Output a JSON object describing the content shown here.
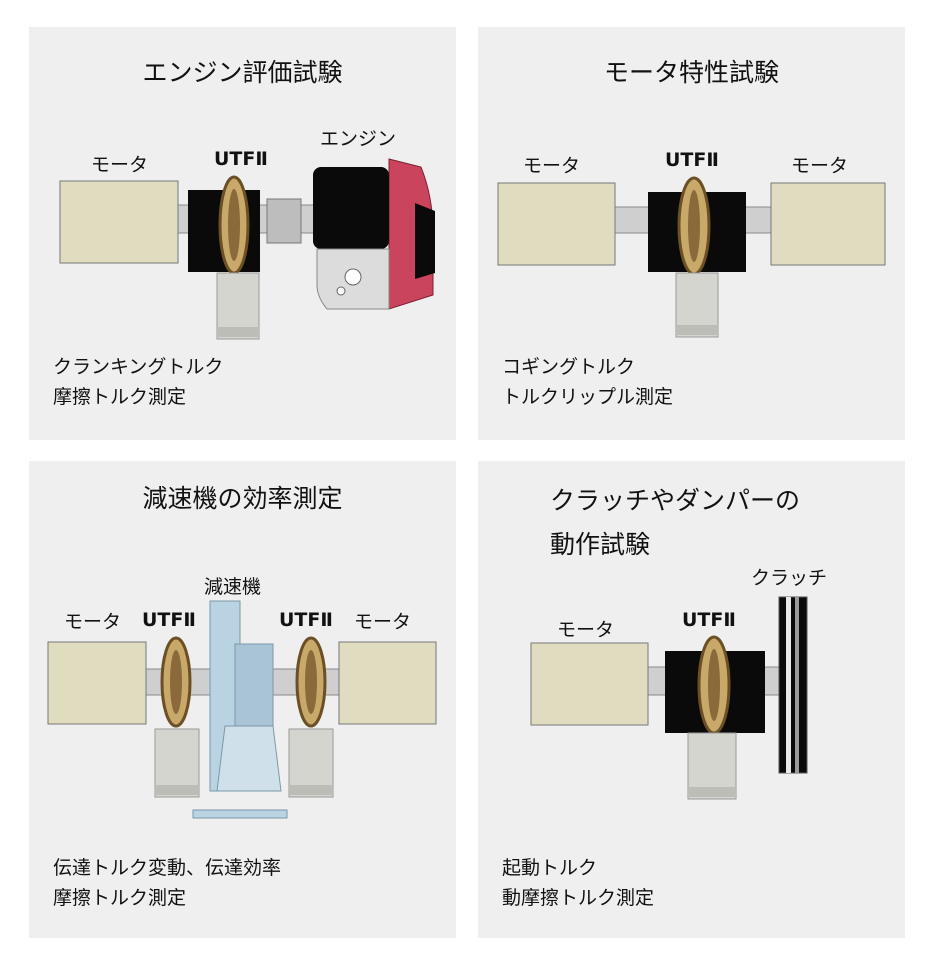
{
  "panels": [
    {
      "title": "エンジン評価試験",
      "labels": {
        "motor": "モータ",
        "utf": "UTFⅡ",
        "engine": "エンジン"
      },
      "description": "クランキングトルク\n摩擦トルク測定"
    },
    {
      "title": "モータ特性試験",
      "labels": {
        "motor_left": "モータ",
        "utf": "UTFⅡ",
        "motor_right": "モータ"
      },
      "description": "コギングトルク\nトルクリップル測定"
    },
    {
      "title": "減速機の効率測定",
      "labels": {
        "reducer": "減速機",
        "motor_left": "モータ",
        "utf_left": "UTFⅡ",
        "utf_right": "UTFⅡ",
        "motor_right": "モータ"
      },
      "description": "伝達トルク変動、伝達効率\n摩擦トルク測定"
    },
    {
      "title": "クラッチやダンパーの\n動作試験",
      "labels": {
        "clutch": "クラッチ",
        "motor": "モータ",
        "utf": "UTFⅡ"
      },
      "description": "起動トルク\n動摩擦トルク測定"
    }
  ],
  "colors": {
    "panel_bg": "#efefef",
    "motor_body": "#dfdcc0",
    "shaft": "#cfcfcf",
    "coupling_black": "#0a0a0a",
    "sensor_gold": "#c9a96a",
    "engine_red": "#c9445c",
    "reducer_blue": "#b9d3e3",
    "sensor_box": "#d5d5d0"
  }
}
